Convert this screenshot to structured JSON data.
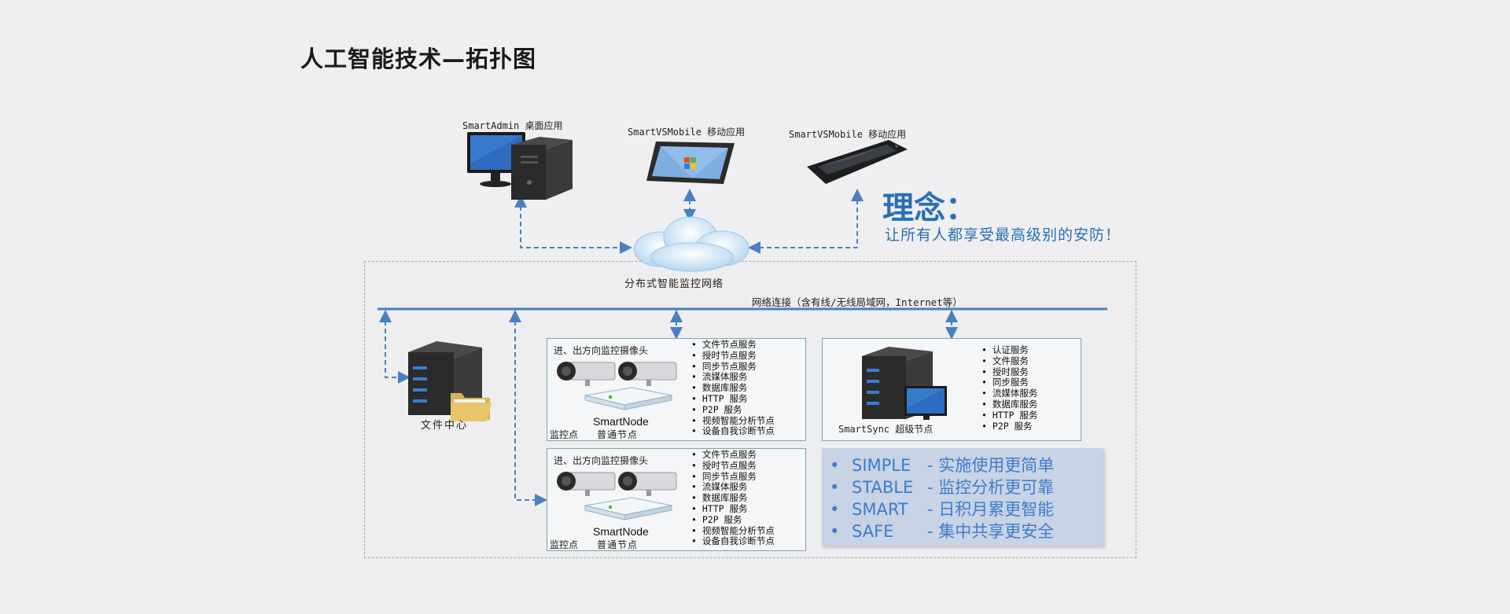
{
  "title": "人工智能技术—拓扑图",
  "devices": {
    "admin_label": "SmartAdmin 桌面应用",
    "tablet_label": "SmartVSMobile 移动应用",
    "phone_label": "SmartVSMobile 移动应用"
  },
  "cloud_label": "分布式智能监控网络",
  "concept": {
    "title": "理念：",
    "subtitle": "让所有人都享受最高级别的安防！"
  },
  "network_label": "网络连接（含有线/无线局域网，Internet等）",
  "file_center_label": "文件中心",
  "node_panel": {
    "camera_label": "进、出方向监控摄像头",
    "node_name": "SmartNode",
    "monitor_point": "监控点",
    "node_type": "普通节点",
    "services": [
      "文件节点服务",
      "授时节点服务",
      "同步节点服务",
      "流媒体服务",
      "数据库服务",
      "HTTP 服务",
      "P2P 服务",
      "视频智能分析节点",
      "设备自我诊断节点"
    ]
  },
  "sync_panel": {
    "label": "SmartSync 超级节点",
    "services": [
      "认证服务",
      "文件服务",
      "授时服务",
      "同步服务",
      "流媒体服务",
      "数据库服务",
      "HTTP 服务",
      "P2P 服务"
    ]
  },
  "motto": [
    {
      "key": "SIMPLE",
      "text": "- 实施使用更简单"
    },
    {
      "key": "STABLE",
      "text": "- 监控分析更可靠"
    },
    {
      "key": "SMART",
      "text": "- 日积月累更智能"
    },
    {
      "key": "SAFE",
      "text": "- 集中共享更安全"
    }
  ],
  "colors": {
    "accent": "#2a6fb5",
    "line": "#4a7fc0",
    "motto_bg": "#c8d3e6",
    "motto_text": "#3d7cc9"
  }
}
